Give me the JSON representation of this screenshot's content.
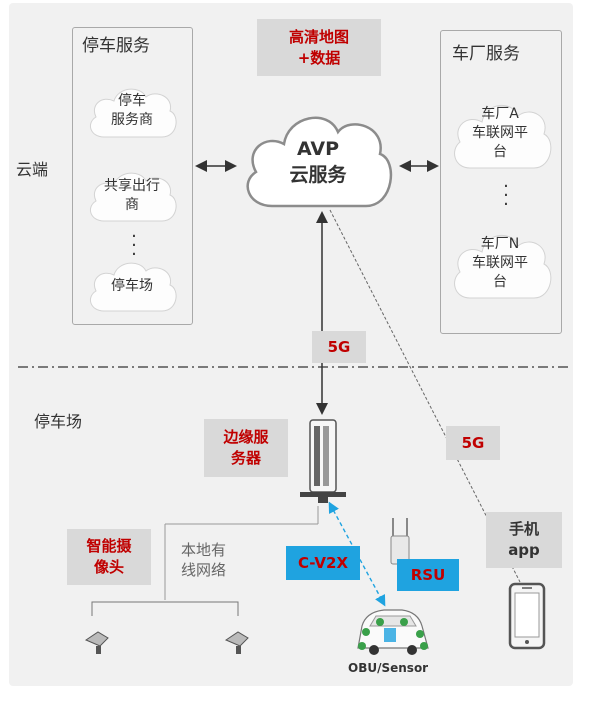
{
  "cloud_side": {
    "label": "云端",
    "parking_service": {
      "title": "停车服务",
      "items": [
        "停车\n服务商",
        "共享出行\n商",
        "停车场"
      ]
    },
    "avp_cloud": {
      "label": "AVP\n云服务"
    },
    "hd_map_box": {
      "label": "高清地图\n+数据"
    },
    "oem_service": {
      "title": "车厂服务",
      "items": [
        "车厂A\n车联网平\n台",
        "车厂N\n车联网平\n台"
      ]
    }
  },
  "parking_side": {
    "label": "停车场",
    "link_5g_left": "5G",
    "link_5g_right": "5G",
    "edge_server_box": "边缘服\n务器",
    "camera_box": "智能摄\n像头",
    "local_network_label": "本地有\n线网络",
    "cv2x_box": "C-V2X",
    "rsu_box": "RSU",
    "phone_box": "手机\napp",
    "vehicle_label": "OBU/Sensor"
  },
  "colors": {
    "accent_red": "#c00000",
    "cv2x_blue": "#1fa3e0",
    "panel_bg": "#f1f1f1",
    "label_box_bg": "#d9d9d9",
    "dashed_cyan": "#1fa3e0"
  },
  "icons": [
    "bidirectional-arrow-icon",
    "edge-server-icon",
    "camera-icon",
    "rsu-antenna-icon",
    "car-icon",
    "smartphone-icon"
  ]
}
